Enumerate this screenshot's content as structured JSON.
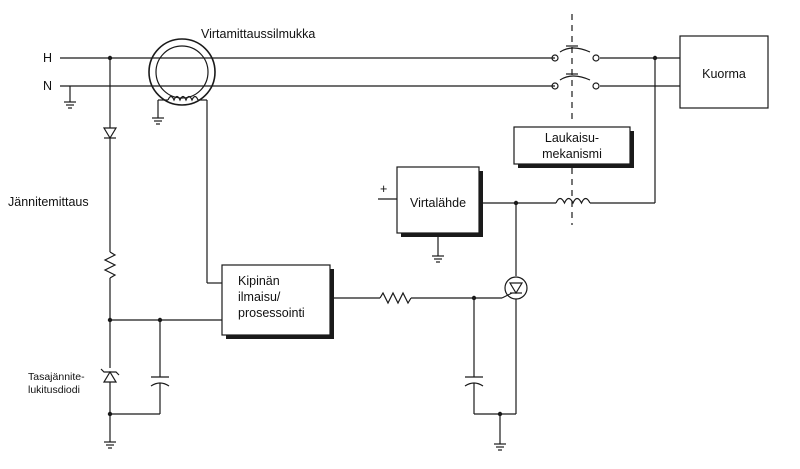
{
  "labels": {
    "line_h": "H",
    "line_n": "N",
    "current_coil": "Virtamittaussilmukka",
    "load": "Kuorma",
    "trip_mech_line1": "Laukaisu-",
    "trip_mech_line2": "mekanismi",
    "power_supply": "Virtalähde",
    "plus_sign": "+",
    "voltage_meas": "Jännitemittaus",
    "arc_line1": "Kipinän",
    "arc_line2": "ilmaisu/",
    "arc_line3": "prosessointi",
    "zener_line1": "Tasajännite-",
    "zener_line2": "lukitusdiodi"
  }
}
